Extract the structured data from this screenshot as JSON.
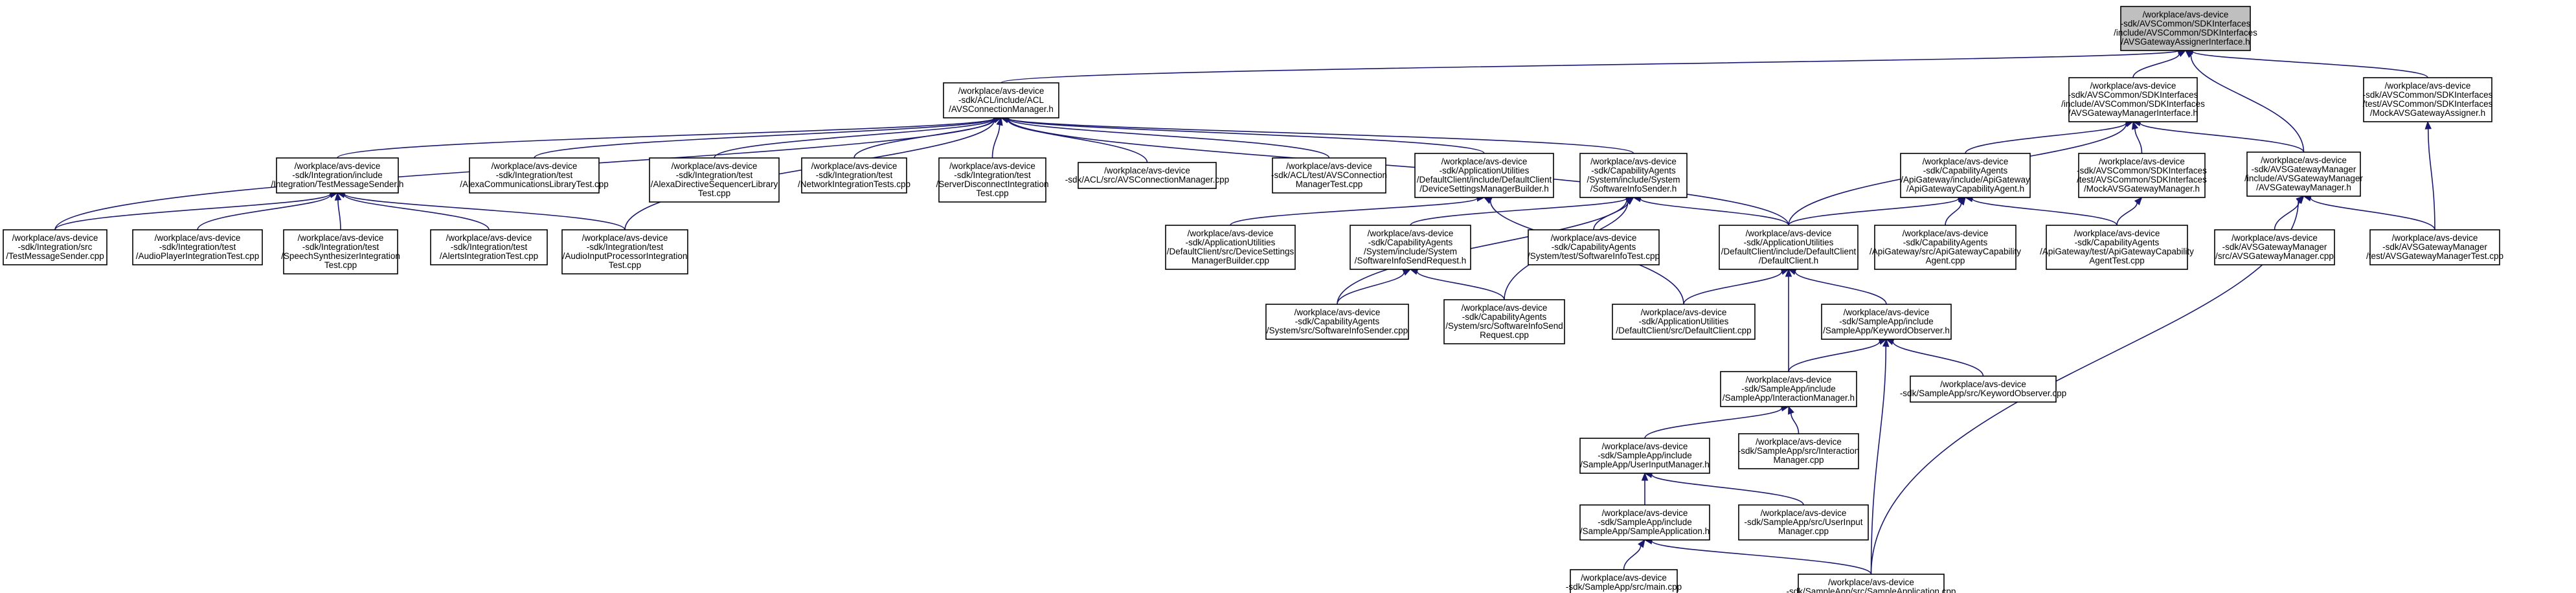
{
  "graph": {
    "nodes": [
      {
        "id": "root",
        "lines": [
          "/workplace/avs-device",
          "-sdk/AVSCommon/SDKInterfaces",
          "/include/AVSCommon/SDKInterfaces",
          "/AVSGatewayAssignerInterface.h"
        ],
        "highlight": true
      },
      {
        "id": "acl",
        "lines": [
          "/workplace/avs-device",
          "-sdk/ACL/include/ACL",
          "/AVSConnectionManager.h"
        ]
      },
      {
        "id": "gwmgrif",
        "lines": [
          "/workplace/avs-device",
          "-sdk/AVSCommon/SDKInterfaces",
          "/include/AVSCommon/SDKInterfaces",
          "/AVSGatewayManagerInterface.h"
        ]
      },
      {
        "id": "gwmgr",
        "lines": [
          "/workplace/avs-device",
          "-sdk/AVSGatewayManager",
          "/include/AVSGatewayManager",
          "/AVSGatewayManager.h"
        ]
      },
      {
        "id": "mockassigner",
        "lines": [
          "/workplace/avs-device",
          "-sdk/AVSCommon/SDKInterfaces",
          "/test/AVSCommon/SDKInterfaces",
          "/MockAVSGatewayAssigner.h"
        ]
      },
      {
        "id": "tms",
        "lines": [
          "/workplace/avs-device",
          "-sdk/Integration/include",
          "/Integration/TestMessageSender.h"
        ]
      },
      {
        "id": "alexacomm",
        "lines": [
          "/workplace/avs-device",
          "-sdk/Integration/test",
          "/AlexaCommunicationsLibraryTest.cpp"
        ]
      },
      {
        "id": "adsl",
        "lines": [
          "/workplace/avs-device",
          "-sdk/Integration/test",
          "/AlexaDirectiveSequencerLibrary",
          "Test.cpp"
        ]
      },
      {
        "id": "netint",
        "lines": [
          "/workplace/avs-device",
          "-sdk/Integration/test",
          "/NetworkIntegrationTests.cpp"
        ]
      },
      {
        "id": "srvdisc",
        "lines": [
          "/workplace/avs-device",
          "-sdk/Integration/test",
          "/ServerDisconnectIntegration",
          "Test.cpp"
        ]
      },
      {
        "id": "aclcpp",
        "lines": [
          "/workplace/avs-device",
          "-sdk/ACL/src/AVSConnectionManager.cpp"
        ]
      },
      {
        "id": "acltest",
        "lines": [
          "/workplace/avs-device",
          "-sdk/ACL/test/AVSConnection",
          "ManagerTest.cpp"
        ]
      },
      {
        "id": "dcsmb",
        "lines": [
          "/workplace/avs-device",
          "-sdk/ApplicationUtilities",
          "/DefaultClient/include/DefaultClient",
          "/DeviceSettingsManagerBuilder.h"
        ]
      },
      {
        "id": "swis",
        "lines": [
          "/workplace/avs-device",
          "-sdk/CapabilityAgents",
          "/System/include/System",
          "/SoftwareInfoSender.h"
        ]
      },
      {
        "id": "apigw",
        "lines": [
          "/workplace/avs-device",
          "-sdk/CapabilityAgents",
          "/ApiGateway/include/ApiGateway",
          "/ApiGatewayCapabilityAgent.h"
        ]
      },
      {
        "id": "mockgwmgr",
        "lines": [
          "/workplace/avs-device",
          "-sdk/AVSCommon/SDKInterfaces",
          "/test/AVSCommon/SDKInterfaces",
          "/MockAVSGatewayManager.h"
        ]
      },
      {
        "id": "tmscpp",
        "lines": [
          "/workplace/avs-device",
          "-sdk/Integration/src",
          "/TestMessageSender.cpp"
        ]
      },
      {
        "id": "apit",
        "lines": [
          "/workplace/avs-device",
          "-sdk/Integration/test",
          "/AudioPlayerIntegrationTest.cpp"
        ]
      },
      {
        "id": "ssit",
        "lines": [
          "/workplace/avs-device",
          "-sdk/Integration/test",
          "/SpeechSynthesizerIntegration",
          "Test.cpp"
        ]
      },
      {
        "id": "alerts",
        "lines": [
          "/workplace/avs-device",
          "-sdk/Integration/test",
          "/AlertsIntegrationTest.cpp"
        ]
      },
      {
        "id": "aipit",
        "lines": [
          "/workplace/avs-device",
          "-sdk/Integration/test",
          "/AudioInputProcessorIntegration",
          "Test.cpp"
        ]
      },
      {
        "id": "dsmbcpp",
        "lines": [
          "/workplace/avs-device",
          "-sdk/ApplicationUtilities",
          "/DefaultClient/src/DeviceSettings",
          "ManagerBuilder.cpp"
        ]
      },
      {
        "id": "swisreq",
        "lines": [
          "/workplace/avs-device",
          "-sdk/CapabilityAgents",
          "/System/include/System",
          "/SoftwareInfoSendRequest.h"
        ]
      },
      {
        "id": "swistest",
        "lines": [
          "/workplace/avs-device",
          "-sdk/CapabilityAgents",
          "/System/test/SoftwareInfoTest.cpp"
        ]
      },
      {
        "id": "dch",
        "lines": [
          "/workplace/avs-device",
          "-sdk/ApplicationUtilities",
          "/DefaultClient/include/DefaultClient",
          "/DefaultClient.h"
        ]
      },
      {
        "id": "apigwcpp",
        "lines": [
          "/workplace/avs-device",
          "-sdk/CapabilityAgents",
          "/ApiGateway/src/ApiGatewayCapability",
          "Agent.cpp"
        ]
      },
      {
        "id": "apigwtest",
        "lines": [
          "/workplace/avs-device",
          "-sdk/CapabilityAgents",
          "/ApiGateway/test/ApiGatewayCapability",
          "AgentTest.cpp"
        ]
      },
      {
        "id": "gwmgrcpp",
        "lines": [
          "/workplace/avs-device",
          "-sdk/AVSGatewayManager",
          "/src/AVSGatewayManager.cpp"
        ]
      },
      {
        "id": "gwmgrtest",
        "lines": [
          "/workplace/avs-device",
          "-sdk/AVSGatewayManager",
          "/test/AVSGatewayManagerTest.cpp"
        ]
      },
      {
        "id": "swiscpp",
        "lines": [
          "/workplace/avs-device",
          "-sdk/CapabilityAgents",
          "/System/src/SoftwareInfoSender.cpp"
        ]
      },
      {
        "id": "swisreqcpp",
        "lines": [
          "/workplace/avs-device",
          "-sdk/CapabilityAgents",
          "/System/src/SoftwareInfoSend",
          "Request.cpp"
        ]
      },
      {
        "id": "dccpp",
        "lines": [
          "/workplace/avs-device",
          "-sdk/ApplicationUtilities",
          "/DefaultClient/src/DefaultClient.cpp"
        ]
      },
      {
        "id": "kwobs",
        "lines": [
          "/workplace/avs-device",
          "-sdk/SampleApp/include",
          "/SampleApp/KeywordObserver.h"
        ]
      },
      {
        "id": "intmgr",
        "lines": [
          "/workplace/avs-device",
          "-sdk/SampleApp/include",
          "/SampleApp/InteractionManager.h"
        ]
      },
      {
        "id": "kwobscpp",
        "lines": [
          "/workplace/avs-device",
          "-sdk/SampleApp/src/KeywordObserver.cpp"
        ]
      },
      {
        "id": "uimh",
        "lines": [
          "/workplace/avs-device",
          "-sdk/SampleApp/include",
          "/SampleApp/UserInputManager.h"
        ]
      },
      {
        "id": "intmgrcpp",
        "lines": [
          "/workplace/avs-device",
          "-sdk/SampleApp/src/Interaction",
          "Manager.cpp"
        ]
      },
      {
        "id": "sah",
        "lines": [
          "/workplace/avs-device",
          "-sdk/SampleApp/include",
          "/SampleApp/SampleApplication.h"
        ]
      },
      {
        "id": "uimcpp",
        "lines": [
          "/workplace/avs-device",
          "-sdk/SampleApp/src/UserInput",
          "Manager.cpp"
        ]
      },
      {
        "id": "maincpp",
        "lines": [
          "/workplace/avs-device",
          "-sdk/SampleApp/src/main.cpp"
        ]
      },
      {
        "id": "sacpp",
        "lines": [
          "/workplace/avs-device",
          "-sdk/SampleApp/src/SampleApplication.cpp"
        ]
      }
    ],
    "edges": [
      [
        "acl",
        "root"
      ],
      [
        "gwmgrif",
        "root"
      ],
      [
        "gwmgr",
        "root"
      ],
      [
        "mockassigner",
        "root"
      ],
      [
        "tms",
        "acl"
      ],
      [
        "alexacomm",
        "acl"
      ],
      [
        "adsl",
        "acl"
      ],
      [
        "netint",
        "acl"
      ],
      [
        "srvdisc",
        "acl"
      ],
      [
        "aclcpp",
        "acl"
      ],
      [
        "acltest",
        "acl"
      ],
      [
        "dcsmb",
        "acl"
      ],
      [
        "swis",
        "acl"
      ],
      [
        "dch",
        "acl"
      ],
      [
        "tmscpp",
        "acl"
      ],
      [
        "aipit",
        "acl"
      ],
      [
        "apigw",
        "gwmgrif"
      ],
      [
        "mockgwmgr",
        "gwmgrif"
      ],
      [
        "gwmgr",
        "gwmgrif"
      ],
      [
        "dch",
        "gwmgrif"
      ],
      [
        "gwmgrcpp",
        "gwmgr"
      ],
      [
        "gwmgrtest",
        "gwmgr"
      ],
      [
        "sacpp",
        "gwmgr"
      ],
      [
        "gwmgrtest",
        "mockassigner"
      ],
      [
        "tmscpp",
        "tms"
      ],
      [
        "apit",
        "tms"
      ],
      [
        "ssit",
        "tms"
      ],
      [
        "alerts",
        "tms"
      ],
      [
        "aipit",
        "tms"
      ],
      [
        "dsmbcpp",
        "dcsmb"
      ],
      [
        "dccpp",
        "dcsmb"
      ],
      [
        "swisreq",
        "swis"
      ],
      [
        "swistest",
        "swis"
      ],
      [
        "dch",
        "swis"
      ],
      [
        "swiscpp",
        "swis"
      ],
      [
        "swisreqcpp",
        "swis"
      ],
      [
        "dch",
        "apigw"
      ],
      [
        "apigwcpp",
        "apigw"
      ],
      [
        "apigwtest",
        "apigw"
      ],
      [
        "apigwtest",
        "mockgwmgr"
      ],
      [
        "swiscpp",
        "swisreq"
      ],
      [
        "swisreqcpp",
        "swisreq"
      ],
      [
        "dccpp",
        "dch"
      ],
      [
        "kwobs",
        "dch"
      ],
      [
        "intmgr",
        "dch"
      ],
      [
        "intmgr",
        "kwobs"
      ],
      [
        "kwobscpp",
        "kwobs"
      ],
      [
        "sacpp",
        "kwobs"
      ],
      [
        "uimh",
        "intmgr"
      ],
      [
        "intmgrcpp",
        "intmgr"
      ],
      [
        "sah",
        "uimh"
      ],
      [
        "uimcpp",
        "uimh"
      ],
      [
        "maincpp",
        "sah"
      ],
      [
        "sacpp",
        "sah"
      ]
    ]
  }
}
